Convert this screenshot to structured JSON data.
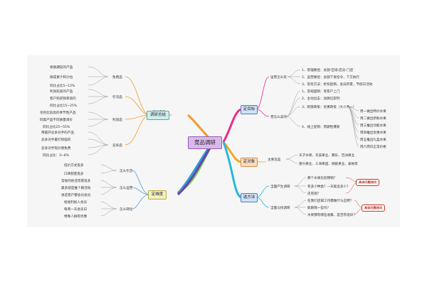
{
  "center": "竞品调研",
  "branches": {
    "goal": {
      "label": "定目标",
      "operations": {
        "label": "运营怎么玩",
        "items": [
          "1、管理路径：总部-区域-店员-门店",
          "2、运营路径：总部下发指令，下方执行",
          "3、常玩方法：折扣促销，会员积累，节假日活动"
        ]
      },
      "sales": {
        "label": "营怎么卖的",
        "items": [
          "1、常规固销：等客户上门",
          "2、主动出击：加微信裂列",
          "3、刺激政策：优惠政策（大小不一）",
          "4、线上促销：周期性爆款"
        ],
        "daily": [
          "周一做出特价水果",
          "周二做出新鲜水果",
          "周三推出功能水果",
          "周四推出优惠水果",
          "周五推出礼盒水果",
          "周六周日正常价格"
        ]
      }
    },
    "target": {
      "label": "定对象",
      "sub": "主要竞品",
      "rows": [
        "天子水果、华美果业、都乐、百洲果业",
        "唐兴果业、三海果园、桃桃果业、泰纳等"
      ]
    },
    "method": {
      "label": "选方法",
      "store": {
        "label": "当面产生调研",
        "items": [
          "那个水果比较畅销？",
          "有多少种类？一天能卖多少？",
          "还有呢？"
        ],
        "badge": "具体问题询问"
      },
      "staff": {
        "label": "当面以找调研",
        "items": [
          "在我们店铺工作都做什么应聘？",
          "能跟我一些吗？",
          "水果都有哪些收集、是否有培训？"
        ],
        "badge": "具体问题询问"
      }
    },
    "dimension": {
      "label": "定维度",
      "groups": [
        {
          "label": "怎么引流",
          "items": [
            "低价方式揽多",
            "口碑裂变揽多"
          ]
        },
        {
          "label": "怎么运营",
          "items": [
            "常规的他话等客揽多",
            "最多就是推个群活动",
            "进店客户都会员会员"
          ]
        },
        {
          "label": "怎么转化",
          "items": [
            "给福利加入会员",
            "每周一天会员日",
            "特殊人群有优惠"
          ]
        }
      ]
    },
    "summary": {
      "label": "调研总结",
      "design": "设计产品",
      "groups": [
        {
          "label": "免费品",
          "items": [
            "保质期较的产品",
            "微成果汁和沙拉",
            "同比占比5~12%"
          ]
        },
        {
          "label": "引流品",
          "items": [
            "利润较高的产品",
            "客户购买频率高的",
            "同比占比15~25%"
          ]
        },
        {
          "label": "利润品",
          "items": [
            "毛利比较高的季节性产品",
            "同类产品不同质量调价",
            "同比占比25~55%"
          ]
        },
        {
          "label": "竞争品",
          "items": [
            "用最开竞争对手的产品",
            "竞争对手最打烦恼的",
            "竞争对手现价我免费",
            "同比占比：3~8%"
          ]
        }
      ]
    }
  },
  "colors": {
    "center_bg": "#d9b8ec",
    "summary_bg": "#cfeeee",
    "goal_bg": "#cfe2f8",
    "target_bg": "#f8dcc4",
    "method_bg": "#cfe2f8",
    "dimension_bg": "#f3f0c2"
  }
}
